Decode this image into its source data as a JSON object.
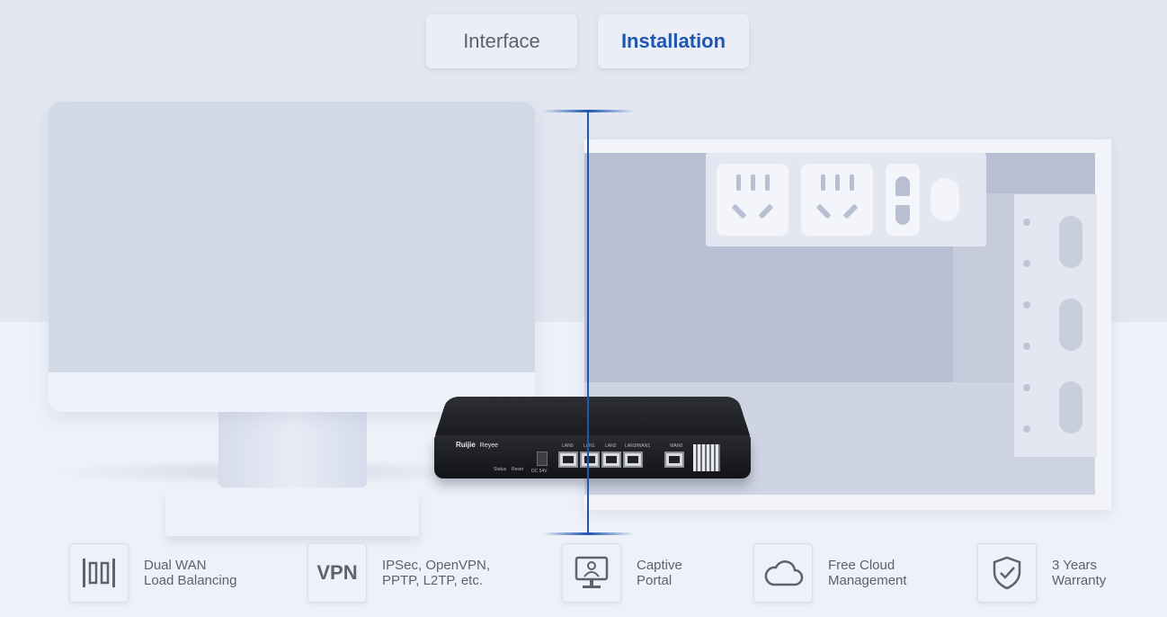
{
  "tabs": [
    {
      "label": "Interface",
      "active": false
    },
    {
      "label": "Installation",
      "active": true
    }
  ],
  "accent_color": "#1f56b1",
  "router": {
    "brand": "Ruijie",
    "sub_brand": "Reyee",
    "port_labels": [
      "LAN0",
      "LAN1",
      "LAN2",
      "LAN3/WAN1",
      "WAN0"
    ],
    "side_labels": [
      "Status",
      "Reset",
      "DC 54V"
    ]
  },
  "features": [
    {
      "icon": "dual-wan-icon",
      "line1": "Dual WAN",
      "line2": "Load Balancing"
    },
    {
      "icon": "vpn-icon",
      "icon_text": "VPN",
      "line1": "IPSec, OpenVPN,",
      "line2": "PPTP, L2TP, etc."
    },
    {
      "icon": "captive-portal-icon",
      "line1": "Captive",
      "line2": "Portal"
    },
    {
      "icon": "cloud-icon",
      "line1": "Free Cloud",
      "line2": "Management"
    },
    {
      "icon": "shield-check-icon",
      "line1": "3 Years",
      "line2": "Warranty"
    }
  ]
}
